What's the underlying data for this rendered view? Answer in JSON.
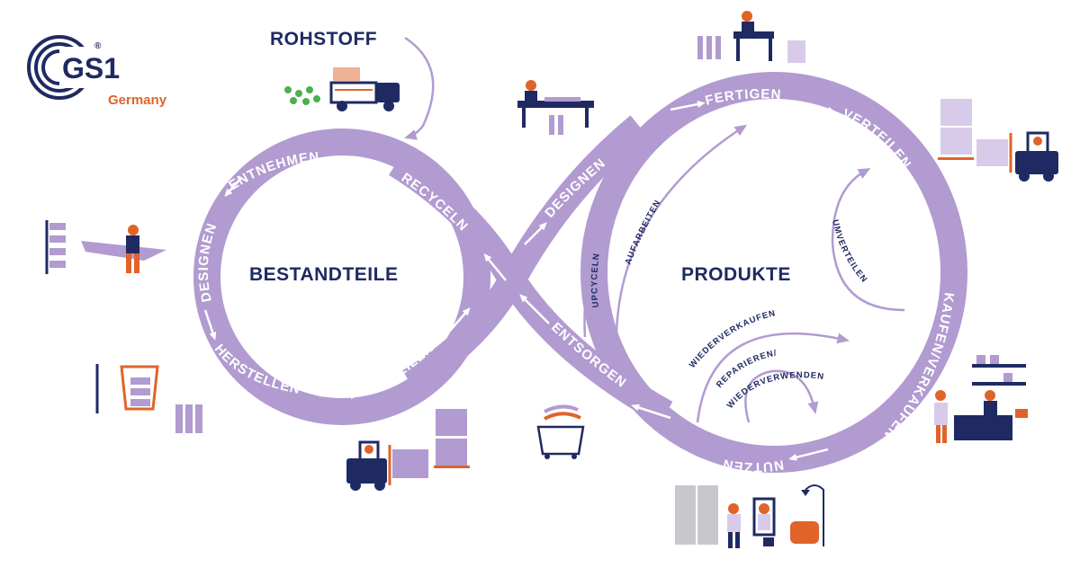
{
  "logo": {
    "mark": "GS1",
    "registered": "®",
    "region": "Germany"
  },
  "colors": {
    "navy": "#1f2a63",
    "orange": "#e0642a",
    "lavender": "#b19bd0",
    "lavender_light": "#d7cbe9",
    "grey": "#c8c8cc"
  },
  "source_label": "ROHSTOFF",
  "center_left": "BESTANDTEILE",
  "center_right": "PRODUKTE",
  "loop_labels": {
    "entnehmen": "ENTNEHMEN",
    "designen_left": "DESIGNEN",
    "herstellen": "HERSTELLEN",
    "verteilen_left": "VERTEILEN",
    "recyceln": "RECYCELN",
    "designen_right": "DESIGNEN",
    "fertigen": "FERTIGEN",
    "verteilen_right": "VERTEILEN",
    "kaufen_verkaufen": "KAUFEN/VERKAUFEN",
    "nutzen": "NUTZEN",
    "entsorgen": "ENTSORGEN"
  },
  "inner_loops": {
    "upcyceln": "UPCYCELN",
    "aufarbeiten": "AUFARBEITEN",
    "umverteilen": "UMVERTEILEN",
    "wiederverkaufen": "WIEDERVERKAUFEN",
    "reparieren_1": "REPARIEREN/",
    "reparieren_2": "WIEDERVERWENDEN"
  },
  "illustrations": {
    "raw_material": "truck-with-plants-icon",
    "manufacturing_top": "sewing-worker-icon",
    "cutting": "fabric-cutting-worker-icon",
    "fabric": "fabric-rolling-worker-icon",
    "spools": "yarn-spools-icon",
    "forklift_bottom": "forklift-pallets-icon",
    "forklift_right": "forklift-warehouse-icon",
    "shop": "shop-counter-icon",
    "home": "home-wardrobe-icon",
    "bin": "waste-container-icon"
  }
}
